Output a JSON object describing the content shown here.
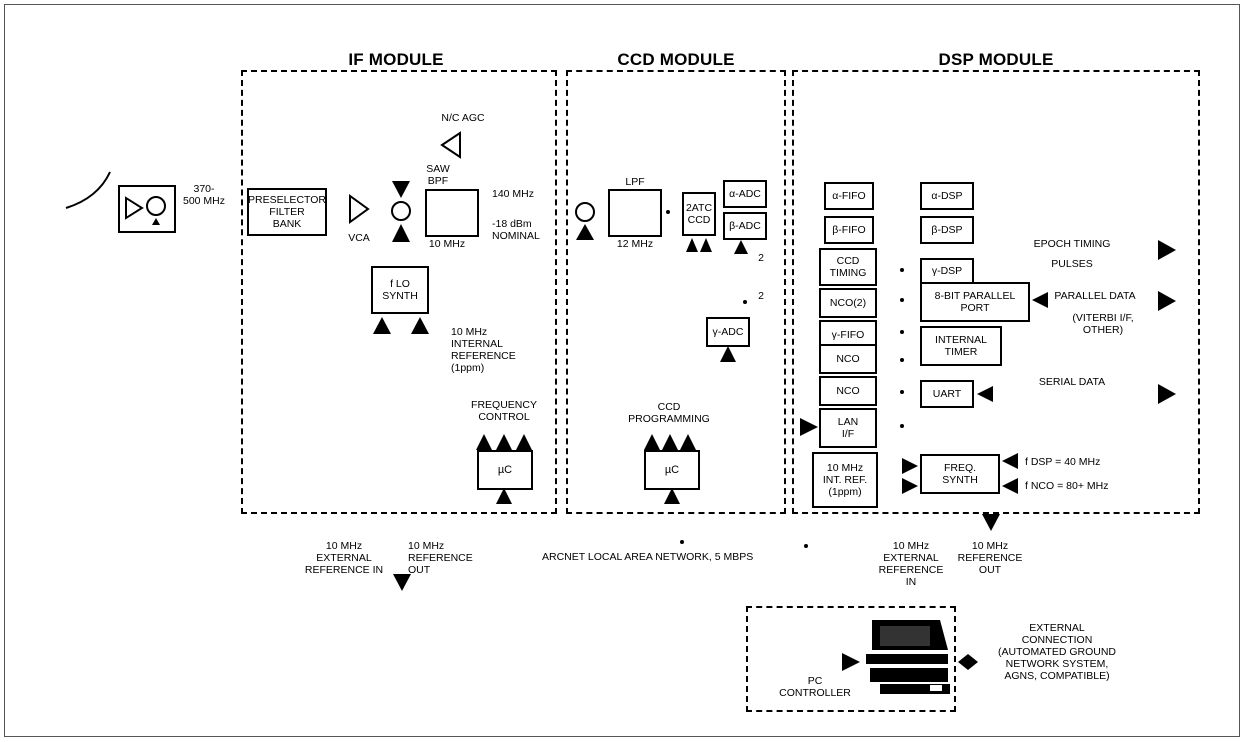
{
  "modules": {
    "if": {
      "title": "IF MODULE"
    },
    "ccd": {
      "title": "CCD MODULE"
    },
    "dsp": {
      "title": "DSP MODULE"
    }
  },
  "antenna": {
    "freq_label": "370-\n500 MHz"
  },
  "if_module": {
    "preselector": "PRESELECTOR\nFILTER\nBANK",
    "vca": "VCA",
    "agc": "N/C AGC",
    "saw": "SAW\nBPF",
    "saw_bw": "10 MHz",
    "if_freq": "140 MHz",
    "level": "-18 dBm\nNOMINAL",
    "lo_synth": "f LO\nSYNTH",
    "int_ref": "10 MHz\nINTERNAL\nREFERENCE\n(1ppm)",
    "freq_control": "FREQUENCY\nCONTROL",
    "uc": "µC"
  },
  "ccd_module": {
    "lpf": "LPF",
    "lpf_bw": "12 MHz",
    "ccd": "2ATC\nCCD",
    "a_adc": "α-ADC",
    "b_adc": "β-ADC",
    "g_adc": "γ-ADC",
    "sq1": "2",
    "sq2": "2",
    "programming": "CCD\nPROGRAMMING",
    "uc": "µC"
  },
  "dsp_module": {
    "a_fifo": "α-FIFO",
    "b_fifo": "β-FIFO",
    "ccd_timing": "CCD\nTIMING",
    "nco2": "NCO(2)",
    "g_fifo": "γ-FIFO",
    "nco_a": "NCO",
    "nco_b": "NCO",
    "lan": "LAN\nI/F",
    "int_ref": "10 MHz\nINT. REF.\n(1ppm)",
    "a_dsp": "α-DSP",
    "b_dsp": "β-DSP",
    "g_dsp": "γ-DSP",
    "parallel_port": "8-BIT PARALLEL\nPORT",
    "internal_timer": "INTERNAL\nTIMER",
    "uart": "UART",
    "freq_synth": "FREQ.\nSYNTH",
    "fdsp": "f DSP = 40 MHz",
    "fnco": "f NCO = 80+ MHz"
  },
  "outputs": {
    "epoch": "EPOCH TIMING\nPULSES",
    "parallel": "PARALLEL DATA",
    "parallel_sub": "(VITERBI I/F,\nOTHER)",
    "serial": "SERIAL DATA"
  },
  "bottom": {
    "ext_ref_in": "10 MHz\nEXTERNAL\nREFERENCE IN",
    "ref_out": "10 MHz\nREFERENCE\nOUT",
    "arcnet": "ARCNET LOCAL AREA NETWORK, 5 MBPS",
    "ext_ref_in2": "10 MHz\nEXTERNAL\nREFERENCE\nIN",
    "ref_out2": "10 MHz\nREFERENCE\nOUT",
    "pc": "PC\nCONTROLLER",
    "external": "EXTERNAL\nCONNECTION\n(AUTOMATED GROUND\nNETWORK SYSTEM,\nAGNS, COMPATIBLE)"
  }
}
